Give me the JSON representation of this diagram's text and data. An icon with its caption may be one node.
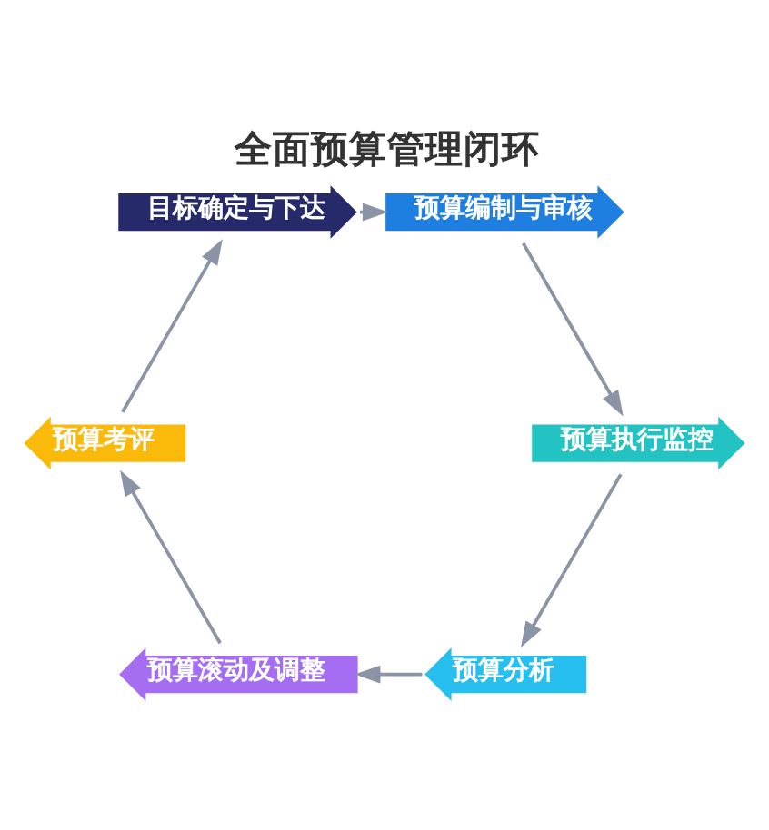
{
  "diagram": {
    "title": "全面预算管理闭环",
    "nodes": [
      {
        "text": [
          "目标确定与下达"
        ]
      },
      {
        "text": [
          "预算编制与审核"
        ]
      },
      {
        "text": [
          "预算执行监控"
        ]
      },
      {
        "text": [
          "预算分析"
        ]
      },
      {
        "text": [
          "预算滚动及调整"
        ]
      },
      {
        "text": [
          "预算考评"
        ]
      }
    ],
    "edges": [
      {
        "from": 0,
        "to": 1,
        "arrow": "to"
      },
      {
        "from": 1,
        "to": 2,
        "arrow": "to"
      },
      {
        "from": 2,
        "to": 3,
        "arrow": "to"
      },
      {
        "from": 3,
        "to": 4,
        "arrow": "to"
      },
      {
        "from": 4,
        "to": 5,
        "arrow": "to"
      },
      {
        "from": 5,
        "to": 0,
        "arrow": "to"
      }
    ]
  }
}
